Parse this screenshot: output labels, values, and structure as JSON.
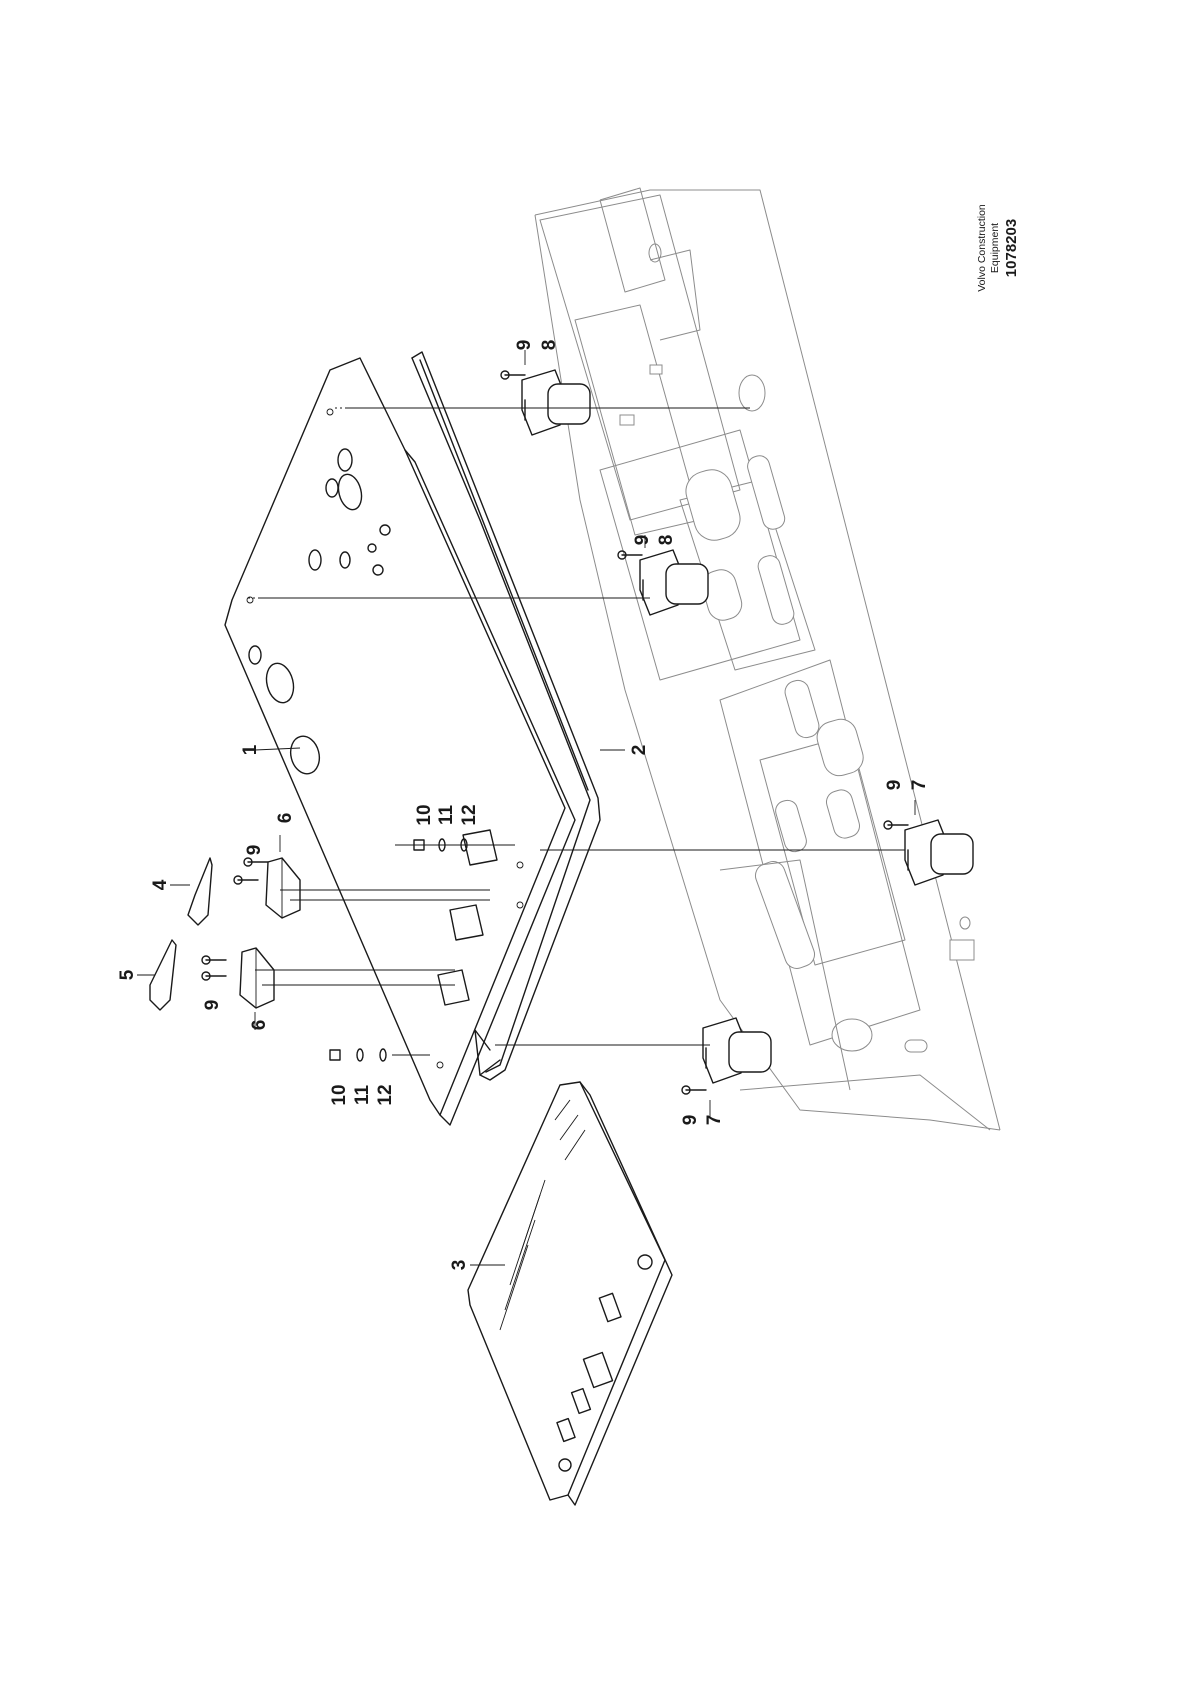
{
  "title_block": {
    "brand_line1": "Volvo Construction",
    "brand_line2": "Equipment",
    "figure_number": "1078203"
  },
  "callouts": [
    {
      "id": "c1",
      "label": "1"
    },
    {
      "id": "c2",
      "label": "2"
    },
    {
      "id": "c3",
      "label": "3"
    },
    {
      "id": "c4",
      "label": "4"
    },
    {
      "id": "c5",
      "label": "5"
    },
    {
      "id": "c6a",
      "label": "6"
    },
    {
      "id": "c6b",
      "label": "6"
    },
    {
      "id": "c7a",
      "label": "7"
    },
    {
      "id": "c7b",
      "label": "7"
    },
    {
      "id": "c8a",
      "label": "8"
    },
    {
      "id": "c8b",
      "label": "8"
    },
    {
      "id": "c9a",
      "label": "9"
    },
    {
      "id": "c9b",
      "label": "9"
    },
    {
      "id": "c9c",
      "label": "9"
    },
    {
      "id": "c9d",
      "label": "9"
    },
    {
      "id": "c9e",
      "label": "9"
    },
    {
      "id": "c9f",
      "label": "9"
    },
    {
      "id": "c10a",
      "label": "10"
    },
    {
      "id": "c10b",
      "label": "10"
    },
    {
      "id": "c11a",
      "label": "11"
    },
    {
      "id": "c11b",
      "label": "11"
    },
    {
      "id": "c12a",
      "label": "12"
    },
    {
      "id": "c12b",
      "label": "12"
    }
  ]
}
